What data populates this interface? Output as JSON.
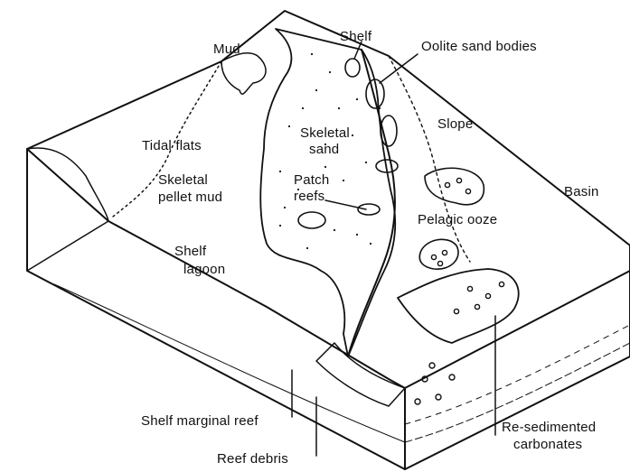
{
  "labels": {
    "mud": "Mud",
    "shelf": "Shelf",
    "oolite": "Oolite sand bodies",
    "tidal_flats": "Tidal flats",
    "skeletal_sand_1": "Skeletal",
    "skeletal_sand_2": "sand",
    "slope": "Slope",
    "skeletal_pellet_1": "Skeletal",
    "skeletal_pellet_2": "pellet mud",
    "patch_reefs_1": "Patch",
    "patch_reefs_2": "reefs",
    "basin": "Basin",
    "pelagic_ooze": "Pelagic ooze",
    "shelf_lagoon_1": "Shelf",
    "shelf_lagoon_2": "lagoon",
    "shelf_marginal_reef": "Shelf marginal reef",
    "resedimented_1": "Re-sedimented",
    "resedimented_2": "carbonates",
    "reef_debris": "Reef debris"
  }
}
